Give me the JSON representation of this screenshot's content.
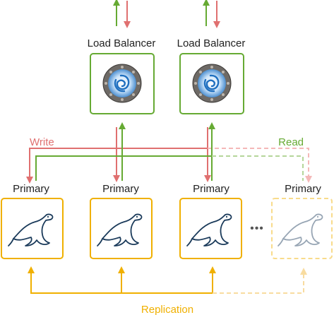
{
  "load_balancers": [
    {
      "label": "Load Balancer"
    },
    {
      "label": "Load Balancer"
    }
  ],
  "primaries": [
    {
      "label": "Primary",
      "dashed": false
    },
    {
      "label": "Primary",
      "dashed": false
    },
    {
      "label": "Primary",
      "dashed": false
    },
    {
      "label": "Primary",
      "dashed": true
    }
  ],
  "labels": {
    "write": "Write",
    "read": "Read",
    "replication": "Replication",
    "ellipsis": "•••"
  },
  "colors": {
    "write": "#e07070",
    "write_faded": "#f4b8b8",
    "read": "#66aa33",
    "read_faded": "#b5d69a",
    "replication": "#f0b000",
    "replication_faded": "#f8dca0",
    "node_border": "#f0b000",
    "node_border_faded": "#f8dca0",
    "lb_border": "#66aa33"
  },
  "icons": {
    "load_balancer": "load-balancer-icon",
    "database": "mariadb-seal-icon"
  }
}
